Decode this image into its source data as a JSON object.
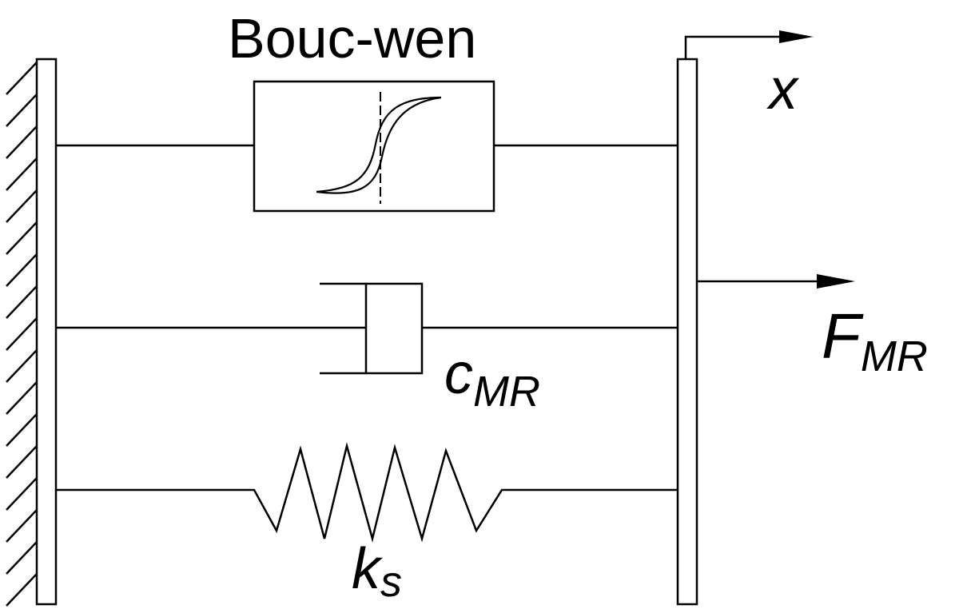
{
  "labels": {
    "bouc_wen": "Bouc-wen",
    "x_main": "x",
    "force_main": "F",
    "force_sub": "MR",
    "damper_main": "c",
    "damper_sub": "MR",
    "spring_main": "k",
    "spring_sub": "s"
  }
}
